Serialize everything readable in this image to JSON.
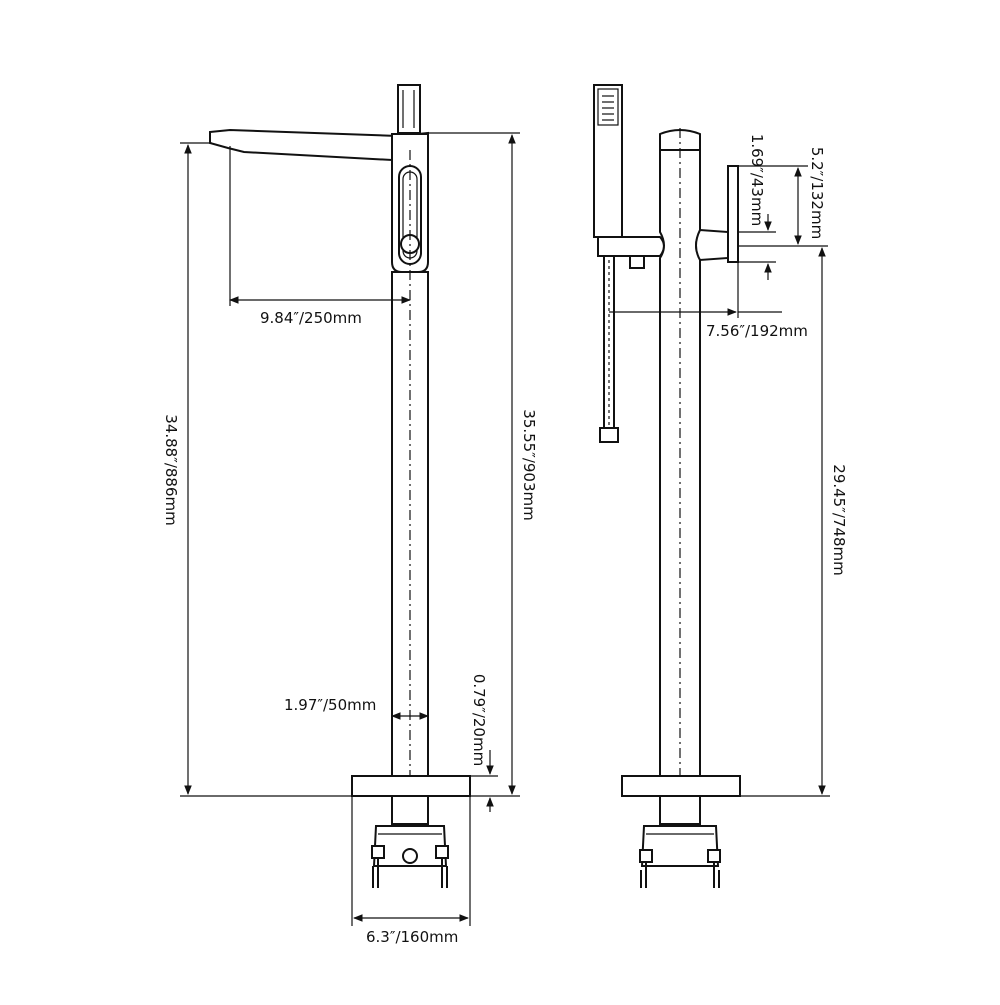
{
  "dimensions": {
    "spout_reach": "9.84″/250mm",
    "spout_height": "34.88″/886mm",
    "overall_height": "35.55″/903mm",
    "pipe_diameter": "1.97″/50mm",
    "base_thickness": "0.79″/20mm",
    "base_width": "6.3″/160mm",
    "handle_height": "1.69″/43mm",
    "handle_top_height": "5.2″/132mm",
    "handle_depth": "7.56″/192mm",
    "holder_height": "29.45″/748mm"
  }
}
